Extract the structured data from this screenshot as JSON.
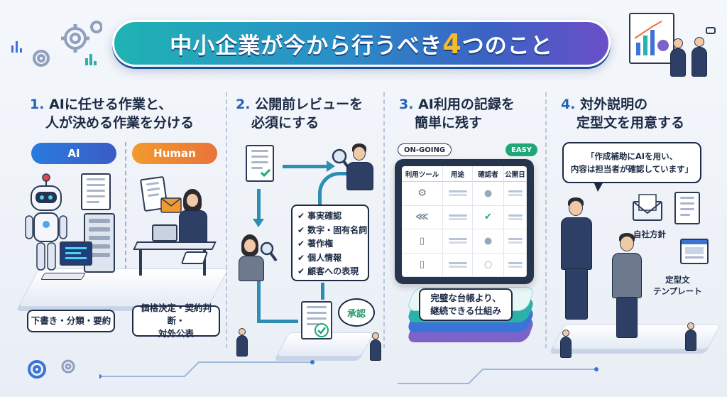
{
  "title": {
    "prefix": "中小企業が今から行うべき",
    "number": "4",
    "suffix": "つのこと"
  },
  "sections": [
    {
      "number": "1.",
      "title_line1": "AIに任せる作業と、",
      "title_line2": "人が決める作業を分ける",
      "pill_ai": "AI",
      "pill_human": "Human",
      "ai_caption": "下書き・分類・要約",
      "human_caption_line1": "価格決定・契約判断・",
      "human_caption_line2": "対外公表"
    },
    {
      "number": "2.",
      "title_line1": "公開前レビューを",
      "title_line2": "必須にする",
      "checklist": [
        "事実確認",
        "数字・固有名詞",
        "著作権",
        "個人情報",
        "顧客への表現"
      ],
      "approve_badge": "承認"
    },
    {
      "number": "3.",
      "title_line1": "AI利用の記録を",
      "title_line2": "簡単に残す",
      "tag_ongoing": "ON-GOING",
      "tag_easy": "EASY",
      "table_headers": [
        "利用ツール",
        "用途",
        "確認者",
        "公開日"
      ],
      "caption_line1": "完璧な台帳より、",
      "caption_line2": "継続できる仕組み"
    },
    {
      "number": "4.",
      "title_line1": "対外説明の",
      "title_line2": "定型文を用意する",
      "quote_line1": "「作成補助にAIを用い、",
      "quote_line2": "内容は担当者が確認しています」",
      "label_policy": "自社方針",
      "label_template_line1": "定型文",
      "label_template_line2": "テンプレート"
    }
  ],
  "colors": {
    "banner_start": "#1fb3b3",
    "banner_end": "#6a4fc7",
    "accent_number": "#f7b92e",
    "ai_blue": "#2b7be0",
    "human_orange": "#f29a2e",
    "easy_green": "#1fa777"
  },
  "icons": [
    "gear-icon",
    "robot-icon",
    "server-icon",
    "document-icon",
    "magnifier-icon",
    "check-icon",
    "share-icon",
    "user-icon",
    "mail-icon",
    "chart-icon"
  ]
}
